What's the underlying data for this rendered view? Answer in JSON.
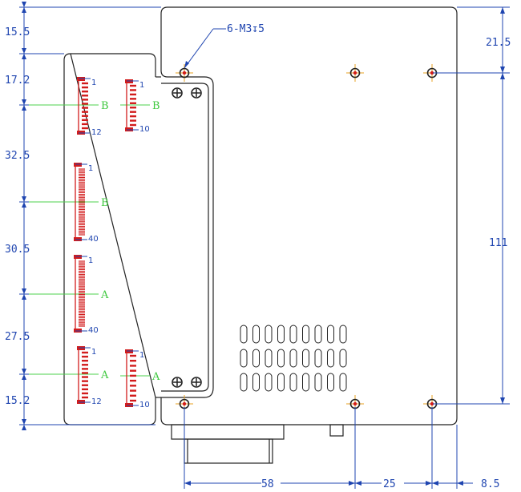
{
  "drawing": {
    "hole_callout": "6-M3↧5",
    "dims_left": [
      "15.5",
      "17.2",
      "32.5",
      "30.5",
      "27.5",
      "15.2"
    ],
    "dims_right": [
      "21.5",
      "111"
    ],
    "dims_bottom": [
      "58",
      "25",
      "8.5"
    ],
    "connectors": [
      {
        "id": "top-left",
        "label": "B",
        "pin_first": "1",
        "pin_last": "12"
      },
      {
        "id": "top-right",
        "label": "B",
        "pin_first": "1",
        "pin_last": "10"
      },
      {
        "id": "mid-upper",
        "label": "B",
        "pin_first": "1",
        "pin_last": "40"
      },
      {
        "id": "mid-lower",
        "label": "A",
        "pin_first": "1",
        "pin_last": "40"
      },
      {
        "id": "bottom-left",
        "label": "A",
        "pin_first": "1",
        "pin_last": "12"
      },
      {
        "id": "bottom-right",
        "label": "A",
        "pin_first": "1",
        "pin_last": "10"
      }
    ]
  },
  "colors": {
    "dimension": "#1f45b0",
    "outline": "#222222",
    "connector": "#d21c1c",
    "centerline": "#4dd24d",
    "hole_cross": "#e8a020"
  }
}
